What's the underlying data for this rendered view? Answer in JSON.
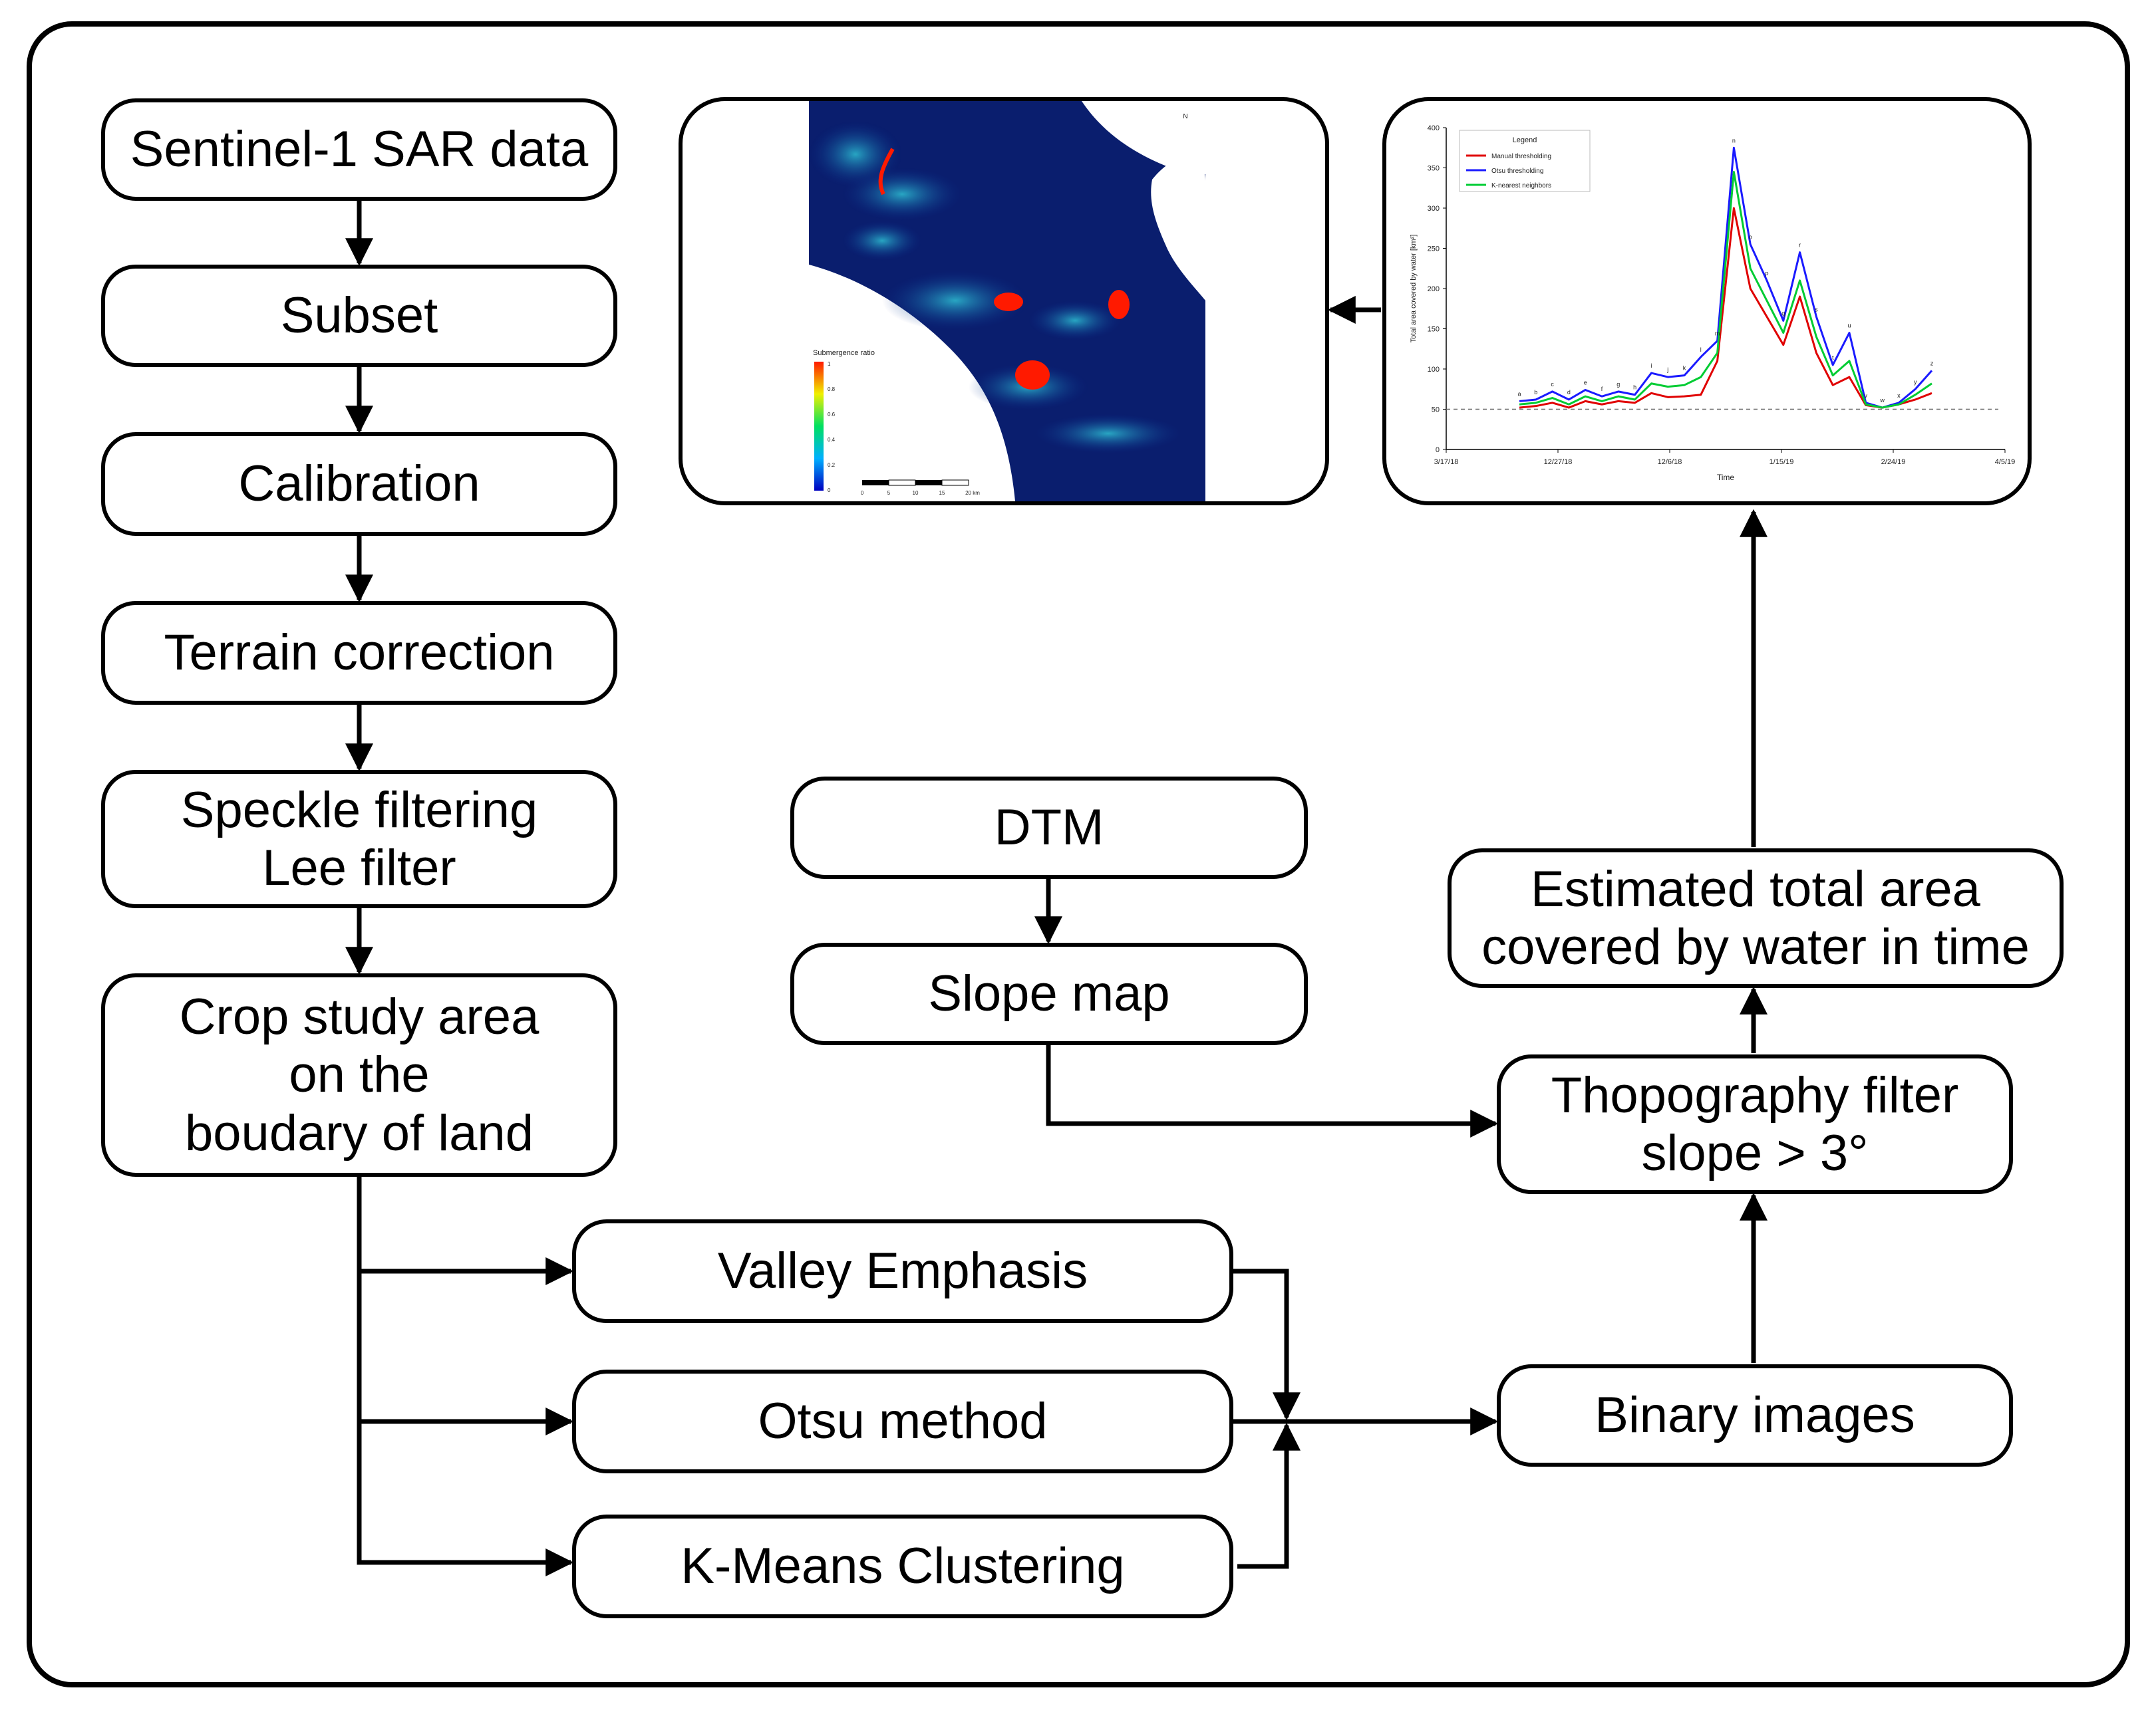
{
  "nodes": {
    "sentinel": "Sentinel-1 SAR data",
    "subset": "Subset",
    "calibration": "Calibration",
    "terrain": "Terrain correction",
    "speckle_line1": "Speckle filtering",
    "speckle_line2": "Lee filter",
    "crop_line1": "Crop study area",
    "crop_line2": "on the",
    "crop_line3": "boudary of land",
    "valley": "Valley Emphasis",
    "otsu": "Otsu method",
    "kmeans": "K-Means Clustering",
    "dtm": "DTM",
    "slope": "Slope map",
    "binary": "Binary images",
    "topo_line1": "Thopography filter",
    "topo_line2": "slope > 3°",
    "estimated_line1": "Estimated total area",
    "estimated_line2": "covered by water in time"
  },
  "map": {
    "legend_title": "Submergence ratio",
    "legend_ticks": [
      "1",
      "0.8",
      "0.6",
      "0.4",
      "0.2",
      "0"
    ],
    "scale_labels": [
      "0",
      "5",
      "10",
      "15",
      "20 km"
    ],
    "north_label": "N"
  },
  "chart_data": {
    "type": "line",
    "xlabel": "Time",
    "ylabel": "Total area covered by water [km²]",
    "x_ticks": [
      "3/17/18",
      "12/27/18",
      "12/6/18",
      "1/15/19",
      "2/24/19",
      "4/5/19"
    ],
    "y_ticks": [
      0,
      50,
      100,
      150,
      200,
      250,
      300,
      350,
      400
    ],
    "ylim": [
      0,
      400
    ],
    "legend": {
      "title": "Legend",
      "placement": "top-left"
    },
    "threshold": 50,
    "series": [
      {
        "name": "Manual thresholding",
        "color": "#e00000",
        "values": [
          52,
          54,
          58,
          52,
          60,
          56,
          60,
          58,
          70,
          65,
          66,
          68,
          110,
          300,
          200,
          165,
          130,
          190,
          120,
          80,
          90,
          55,
          52,
          56,
          62,
          70
        ]
      },
      {
        "name": "Otsu thresholding",
        "color": "#1a1aff",
        "values": [
          60,
          62,
          72,
          62,
          74,
          66,
          72,
          68,
          95,
          90,
          92,
          115,
          135,
          375,
          255,
          210,
          160,
          245,
          165,
          105,
          145,
          58,
          52,
          58,
          75,
          98
        ]
      },
      {
        "name": "K-nearest neighbors",
        "color": "#00cc33",
        "values": [
          56,
          58,
          64,
          56,
          66,
          60,
          66,
          62,
          82,
          78,
          80,
          90,
          120,
          345,
          225,
          185,
          145,
          210,
          140,
          92,
          110,
          56,
          52,
          56,
          68,
          82
        ]
      }
    ],
    "point_labels": [
      "a",
      "b",
      "c",
      "d",
      "e",
      "f",
      "g",
      "h",
      "i",
      "j",
      "k",
      "l",
      "m",
      "n",
      "o",
      "p",
      "q",
      "r",
      "s",
      "t",
      "u",
      "v",
      "w",
      "x",
      "y",
      "z"
    ]
  }
}
